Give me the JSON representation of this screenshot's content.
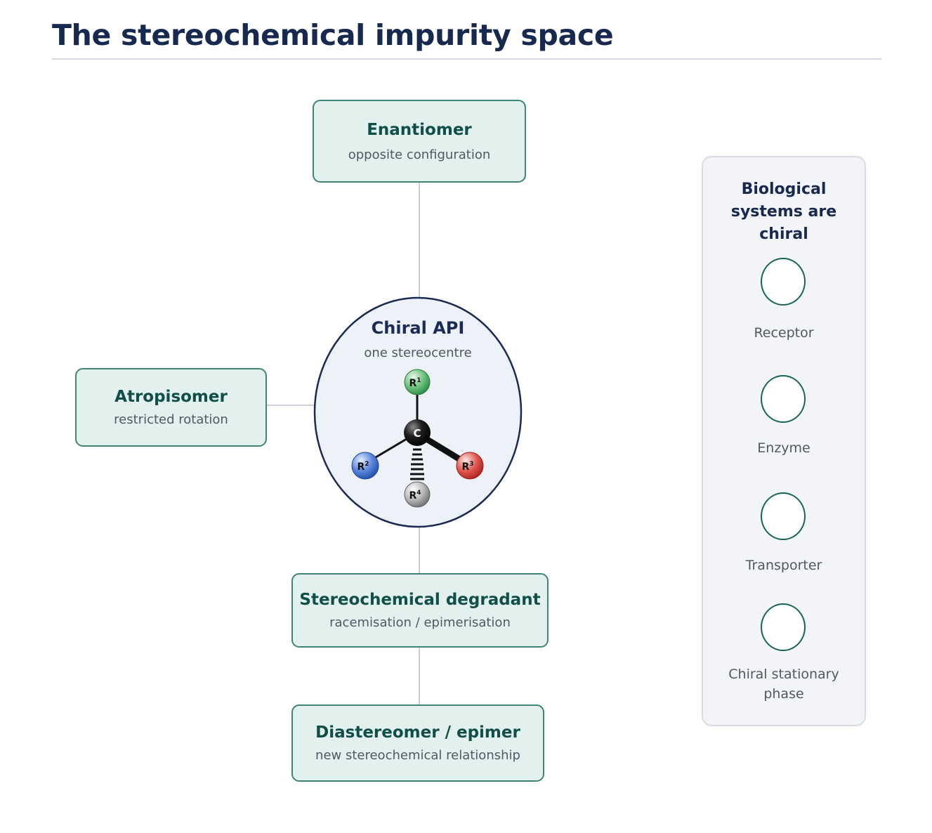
{
  "title": "The stereochemical impurity space",
  "center": {
    "title": "Chiral API",
    "subtitle": "one stereocentre",
    "atoms": {
      "center": "C",
      "r1": "R",
      "r2": "R",
      "r3": "R",
      "r4": "R"
    },
    "superscripts": {
      "r1": "1",
      "r2": "2",
      "r3": "3",
      "r4": "4"
    },
    "colors": {
      "r1": "#3aa457",
      "r2": "#2f5fc4",
      "r3": "#d23b3b",
      "r4": "#9a9a9a",
      "c": "#111111"
    }
  },
  "nodes": {
    "enantiomer": {
      "title": "Enantiomer",
      "subtitle": "opposite configuration"
    },
    "atropisomer": {
      "title": "Atropisomer",
      "subtitle": "restricted rotation"
    },
    "degradant": {
      "title": "Stereochemical degradant",
      "subtitle": "racemisation / epimerisation"
    },
    "diastereomer": {
      "title": "Diastereomer / epimer",
      "subtitle": "new stereochemical relationship"
    }
  },
  "panel": {
    "title": "Biological systems are chiral",
    "items": [
      {
        "label": "Receptor"
      },
      {
        "label": "Enzyme"
      },
      {
        "label": "Transporter"
      },
      {
        "label": "Chiral stationary phase"
      }
    ]
  },
  "colors": {
    "accent": "#3f8577",
    "box_fill": "#e3f1ee",
    "title": "#17294f"
  }
}
